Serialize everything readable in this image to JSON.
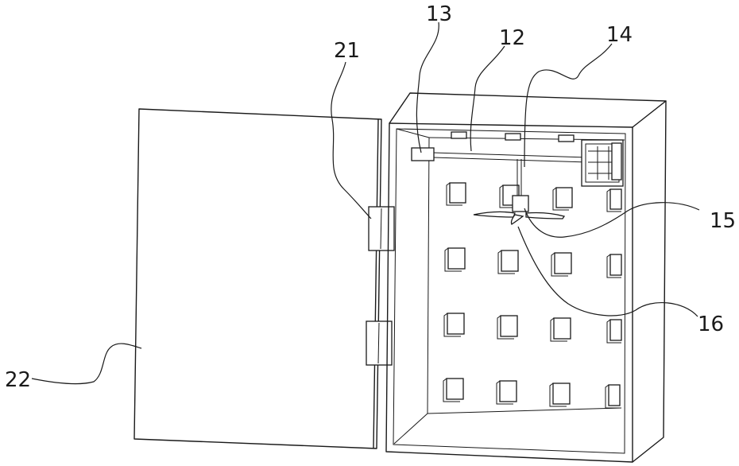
{
  "labels": {
    "l12": "12",
    "l13": "13",
    "l14": "14",
    "l15": "15",
    "l16": "16",
    "l21": "21",
    "l22": "22"
  }
}
